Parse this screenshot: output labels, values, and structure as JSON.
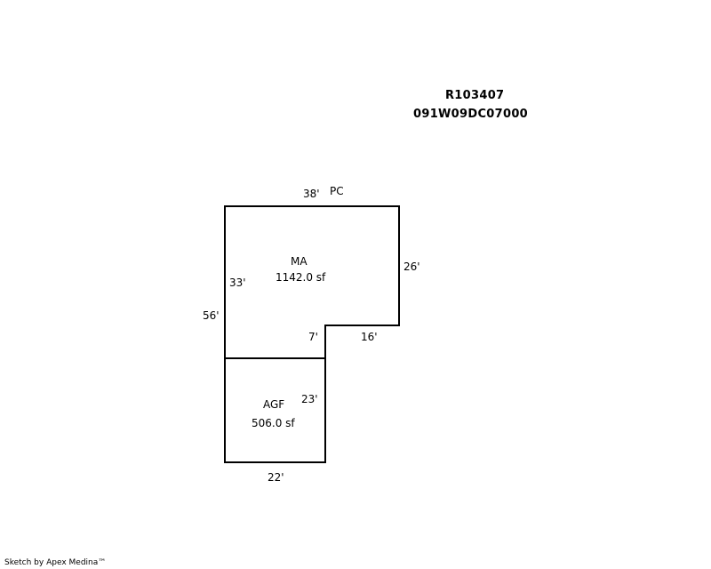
{
  "header": {
    "record_id": "R103407",
    "parcel_number": "091W09DC07000"
  },
  "sketch": {
    "top_label": "PC",
    "areas": [
      {
        "code": "MA",
        "area": "1142.0 sf"
      },
      {
        "code": "AGF",
        "area": "506.0 sf"
      }
    ],
    "dimensions": {
      "top": "38'",
      "right": "26'",
      "ma_left": "33'",
      "overall_left": "56'",
      "notch_vertical": "7'",
      "notch_horizontal": "16'",
      "agf_right": "23'",
      "agf_bottom": "22'"
    }
  },
  "footer": {
    "credit": "Sketch by Apex Medina™"
  }
}
